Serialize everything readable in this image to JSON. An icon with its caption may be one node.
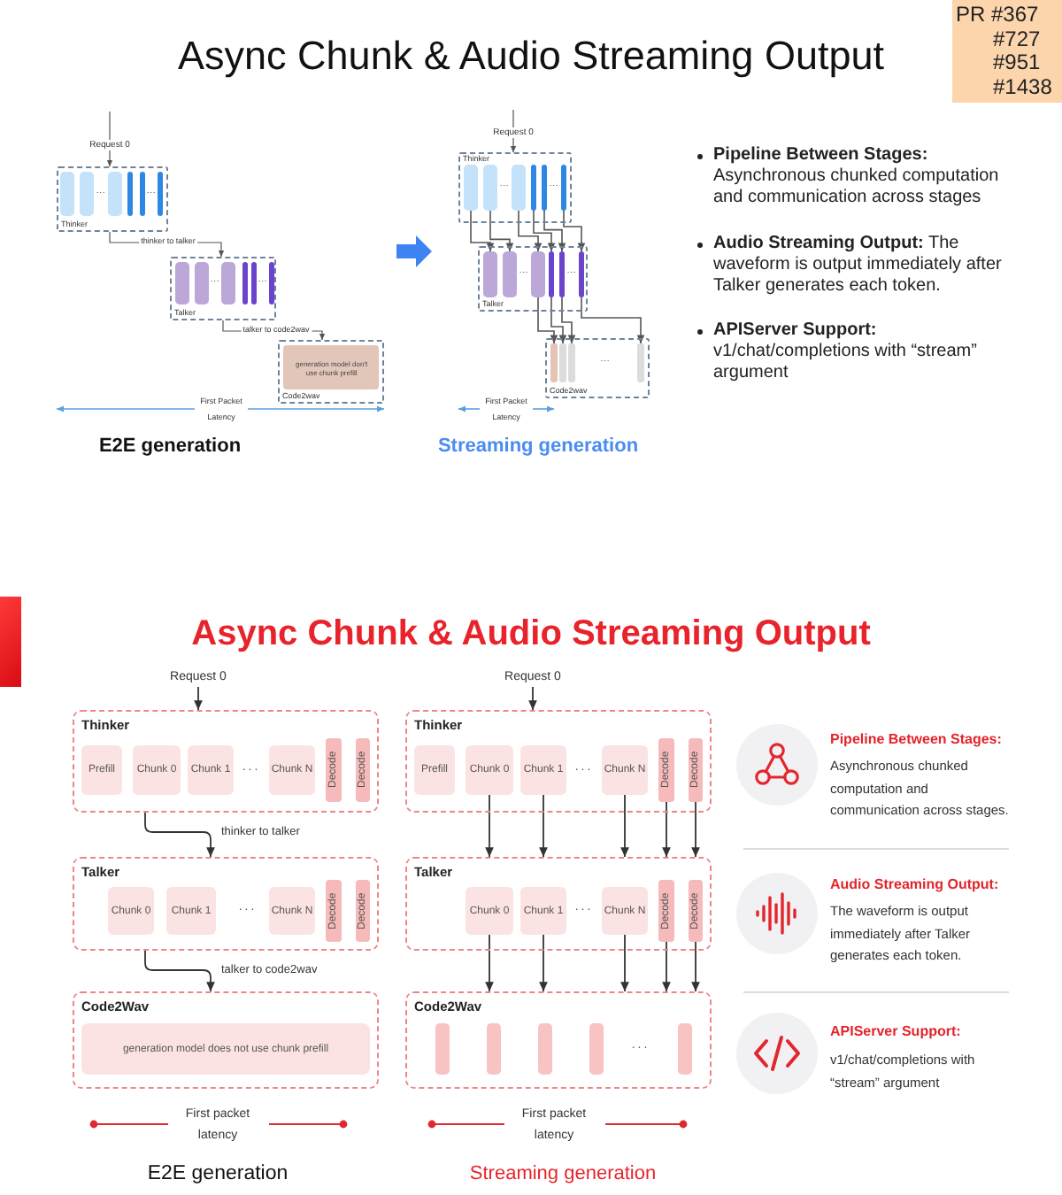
{
  "diagram": {
    "title": "Async Chunk & Audio Streaming Output",
    "nodes": [
      {
        "text": [
          "PR #367 #727 #951 #1438"
        ]
      },
      {
        "text": [
          "Request 0"
        ]
      },
      {
        "text": [
          "Thinker"
        ]
      },
      {
        "text": [],
        "shape": "bar",
        "in": 2
      },
      {
        "text": [],
        "shape": "bar",
        "in": 2
      },
      {
        "text": [],
        "shape": "bar",
        "in": 2
      },
      {
        "text": [],
        "shape": "bar",
        "in": 2
      },
      {
        "text": [],
        "shape": "bar",
        "in": 2
      },
      {
        "text": [],
        "shape": "bar",
        "in": 2
      },
      {
        "text": [
          "Talker"
        ]
      },
      {
        "text": [],
        "shape": "bar",
        "in": 9
      },
      {
        "text": [],
        "shape": "bar",
        "in": 9
      },
      {
        "text": [],
        "shape": "bar",
        "in": 9
      },
      {
        "text": [],
        "shape": "bar",
        "in": 9
      },
      {
        "text": [],
        "shape": "bar",
        "in": 9
      },
      {
        "text": [],
        "shape": "bar",
        "in": 9
      },
      {
        "text": [
          "Code2wav"
        ]
      },
      {
        "text": [
          "generation model don't use chunk prefill"
        ],
        "in": 16
      },
      {
        "text": [
          "Request 0"
        ]
      },
      {
        "text": [
          "Thinker"
        ]
      },
      {
        "text": [],
        "shape": "bar",
        "in": 19
      },
      {
        "text": [],
        "shape": "bar",
        "in": 19
      },
      {
        "text": [],
        "shape": "bar",
        "in": 19
      },
      {
        "text": [],
        "shape": "bar",
        "in": 19
      },
      {
        "text": [],
        "shape": "bar",
        "in": 19
      },
      {
        "text": [],
        "shape": "bar",
        "in": 19
      },
      {
        "text": [
          "Talker"
        ]
      },
      {
        "text": [],
        "shape": "bar",
        "in": 26
      },
      {
        "text": [],
        "shape": "bar",
        "in": 26
      },
      {
        "text": [],
        "shape": "bar",
        "in": 26
      },
      {
        "text": [],
        "shape": "bar",
        "in": 26
      },
      {
        "text": [],
        "shape": "bar",
        "in": 26
      },
      {
        "text": [],
        "shape": "bar",
        "in": 26
      },
      {
        "text": [
          "Code2wav"
        ]
      },
      {
        "text": [],
        "shape": "bar",
        "in": 33
      },
      {
        "text": [],
        "shape": "bar",
        "in": 33
      },
      {
        "text": [],
        "shape": "bar",
        "in": 33
      },
      {
        "text": [],
        "shape": "bar",
        "in": 33
      },
      {
        "text": [
          "Request 0"
        ]
      },
      {
        "text": [
          "Thinker"
        ]
      },
      {
        "text": [
          "Prefill"
        ],
        "in": 39
      },
      {
        "text": [
          "Chunk 0"
        ],
        "in": 39
      },
      {
        "text": [
          "Chunk 1"
        ],
        "in": 39
      },
      {
        "text": [
          "Chunk N"
        ],
        "in": 39
      },
      {
        "text": [
          "Decode"
        ],
        "in": 39
      },
      {
        "text": [
          "Decode"
        ],
        "in": 39
      },
      {
        "text": [
          "Talker"
        ]
      },
      {
        "text": [
          "Chunk 0"
        ],
        "in": 46
      },
      {
        "text": [
          "Chunk 1"
        ],
        "in": 46
      },
      {
        "text": [
          "Chunk N"
        ],
        "in": 46
      },
      {
        "text": [
          "Decode"
        ],
        "in": 46
      },
      {
        "text": [
          "Decode"
        ],
        "in": 46
      },
      {
        "text": [
          "Code2Wav"
        ]
      },
      {
        "text": [
          "generation model does not use chunk prefill"
        ],
        "in": 52
      },
      {
        "text": [
          "Request 0"
        ]
      },
      {
        "text": [
          "Thinker"
        ]
      },
      {
        "text": [
          "Prefill"
        ],
        "in": 55
      },
      {
        "text": [
          "Chunk 0"
        ],
        "in": 55
      },
      {
        "text": [
          "Chunk 1"
        ],
        "in": 55
      },
      {
        "text": [
          "Chunk N"
        ],
        "in": 55
      },
      {
        "text": [
          "Decode"
        ],
        "in": 55
      },
      {
        "text": [
          "Decode"
        ],
        "in": 55
      },
      {
        "text": [
          "Talker"
        ]
      },
      {
        "text": [
          "Chunk 0"
        ],
        "in": 62
      },
      {
        "text": [
          "Chunk 1"
        ],
        "in": 62
      },
      {
        "text": [
          "Chunk N"
        ],
        "in": 62
      },
      {
        "text": [
          "Decode"
        ],
        "in": 62
      },
      {
        "text": [
          "Decode"
        ],
        "in": 62
      },
      {
        "text": [
          "Code2Wav"
        ]
      },
      {
        "text": [],
        "shape": "bar",
        "in": 68
      },
      {
        "text": [],
        "shape": "bar",
        "in": 68
      },
      {
        "text": [],
        "shape": "bar",
        "in": 68
      },
      {
        "text": [],
        "shape": "bar",
        "in": 68
      },
      {
        "text": [],
        "shape": "bar",
        "in": 68
      }
    ],
    "edges": [
      {
        "from": null,
        "to": 1,
        "arrow": "none"
      },
      {
        "from": 1,
        "to": 2,
        "arrow": "to"
      },
      {
        "from": 2,
        "to": 9,
        "arrow": "to",
        "label": "thinker to talker"
      },
      {
        "from": 9,
        "to": 16,
        "arrow": "to",
        "label": "talker to code2wav"
      },
      {
        "from": null,
        "to": 18,
        "arrow": "none"
      },
      {
        "from": 18,
        "to": 19,
        "arrow": "to"
      },
      {
        "from": 20,
        "to": 27,
        "arrow": "to"
      },
      {
        "from": 21,
        "to": 28,
        "arrow": "to"
      },
      {
        "from": 22,
        "to": 29,
        "arrow": "to"
      },
      {
        "from": 23,
        "to": 30,
        "arrow": "to"
      },
      {
        "from": 24,
        "to": 31,
        "arrow": "to"
      },
      {
        "from": 25,
        "to": 32,
        "arrow": "to"
      },
      {
        "from": 29,
        "to": 34,
        "arrow": "to"
      },
      {
        "from": 30,
        "to": 35,
        "arrow": "to"
      },
      {
        "from": 31,
        "to": 36,
        "arrow": "to"
      },
      {
        "from": 32,
        "to": 37,
        "arrow": "to"
      },
      {
        "from": 38,
        "to": 39,
        "arrow": "to"
      },
      {
        "from": 39,
        "to": 46,
        "arrow": "to",
        "label": "thinker to talker"
      },
      {
        "from": 46,
        "to": 52,
        "arrow": "to",
        "label": "talker to code2wav"
      },
      {
        "from": 54,
        "to": 55,
        "arrow": "to"
      },
      {
        "from": 57,
        "to": 62,
        "arrow": "to"
      },
      {
        "from": 58,
        "to": 62,
        "arrow": "to"
      },
      {
        "from": 59,
        "to": 62,
        "arrow": "to"
      },
      {
        "from": 60,
        "to": 62,
        "arrow": "to"
      },
      {
        "from": 61,
        "to": 62,
        "arrow": "to"
      },
      {
        "from": 63,
        "to": 68,
        "arrow": "to"
      },
      {
        "from": 64,
        "to": 68,
        "arrow": "to"
      },
      {
        "from": 65,
        "to": 68,
        "arrow": "to"
      },
      {
        "from": 66,
        "to": 68,
        "arrow": "to"
      },
      {
        "from": 67,
        "to": 68,
        "arrow": "to"
      }
    ],
    "labels": [
      "...",
      "...",
      "...",
      "...",
      "First Packet Latency",
      "E2E generation",
      "...",
      "...",
      "...",
      "...",
      "...",
      "First Packet Latency",
      "Streaming generation",
      "**Pipeline Between Stages:** Asynchronous chunked computation and communication across stages",
      "**Audio Streaming Output:** The waveform is output immediately after Talker generates each token.",
      "**APIServer Support:** v1/chat/completions with “stream” argument",
      "Async Chunk & Audio Streaming Output",
      "...",
      "...",
      "First packet latency",
      "E2E generation",
      "...",
      "...",
      "...",
      "First packet latency",
      "Streaming generation",
      "Pipeline Between Stages:",
      "Asynchronous chunked computation and communication across stages.",
      "Audio Streaming Output:",
      "The waveform is output immediately after Talker generates each token.",
      "APIServer Support:",
      "v1/chat/completions with “stream” argument"
    ]
  }
}
